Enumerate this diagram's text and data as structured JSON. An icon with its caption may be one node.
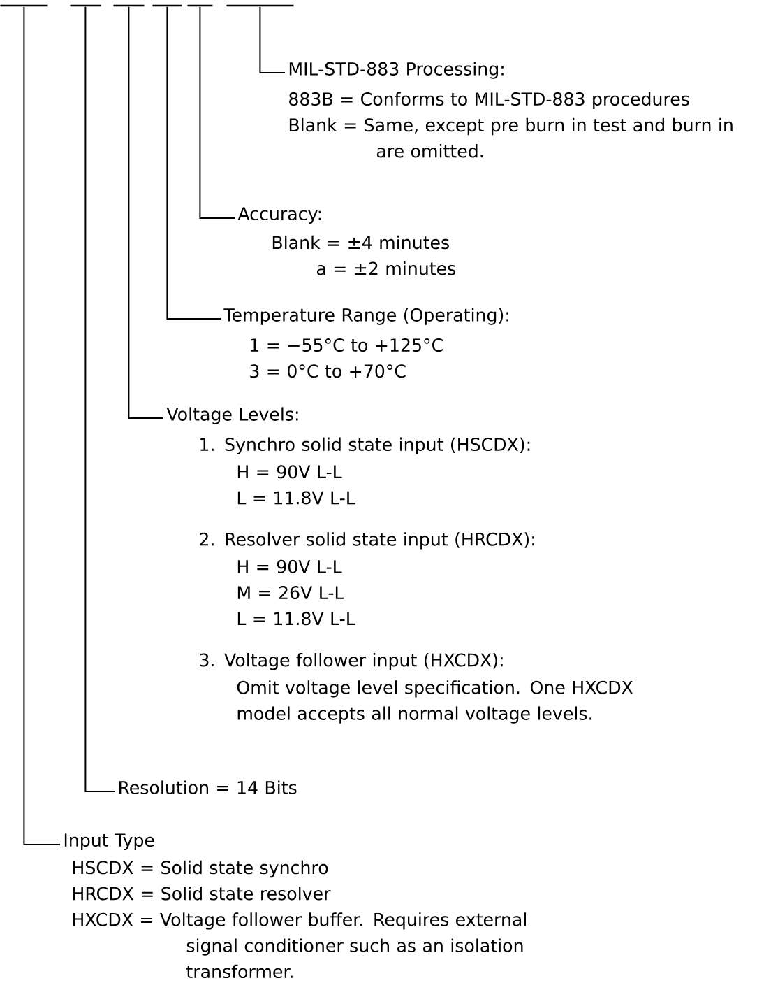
{
  "diagram": {
    "nodes": [
      {
        "text": [],
        "shape": "bar"
      },
      {
        "text": [],
        "shape": "bar"
      },
      {
        "text": [],
        "shape": "bar"
      },
      {
        "text": [],
        "shape": "bar"
      },
      {
        "text": [],
        "shape": "bar"
      },
      {
        "text": [],
        "shape": "bar"
      },
      {
        "text": [
          "MIL-STD-883 Processing:",
          "883B = Conforms to MIL-STD-883 procedures",
          "Blank = Same, except pre burn in test and burn in are omitted."
        ]
      },
      {
        "text": [
          "Accuracy:",
          "Blank = ±4 minutes",
          "a = ±2 minutes"
        ]
      },
      {
        "text": [
          "Temperature Range (Operating):",
          "1 = −55°C to +125°C",
          "3 = 0°C to +70°C"
        ]
      },
      {
        "text": [
          "Voltage Levels:",
          "1. Synchro solid state input (HSCDX):",
          "H = 90V L-L",
          "L = 11.8V L-L",
          "2. Resolver solid state input (HRCDX):",
          "H = 90V L-L",
          "M = 26V L-L",
          "L = 11.8V L-L",
          "3. Voltage follower input (HXCDX):",
          "Omit voltage level specification. One HXCDX model accepts all normal voltage levels."
        ]
      },
      {
        "text": [
          "Resolution = 14 Bits"
        ]
      },
      {
        "text": [
          "Input Type",
          "HSCDX = Solid state synchro",
          "HRCDX = Solid state resolver",
          "HXCDX = Voltage follower buffer. Requires external signal conditioner such as an isolation transformer."
        ]
      }
    ],
    "edges": [
      {
        "from": 5,
        "to": 6,
        "arrow": "none"
      },
      {
        "from": 4,
        "to": 7,
        "arrow": "none"
      },
      {
        "from": 3,
        "to": 8,
        "arrow": "none"
      },
      {
        "from": 2,
        "to": 9,
        "arrow": "none"
      },
      {
        "from": 1,
        "to": 10,
        "arrow": "none"
      },
      {
        "from": 0,
        "to": 11,
        "arrow": "none"
      }
    ]
  }
}
